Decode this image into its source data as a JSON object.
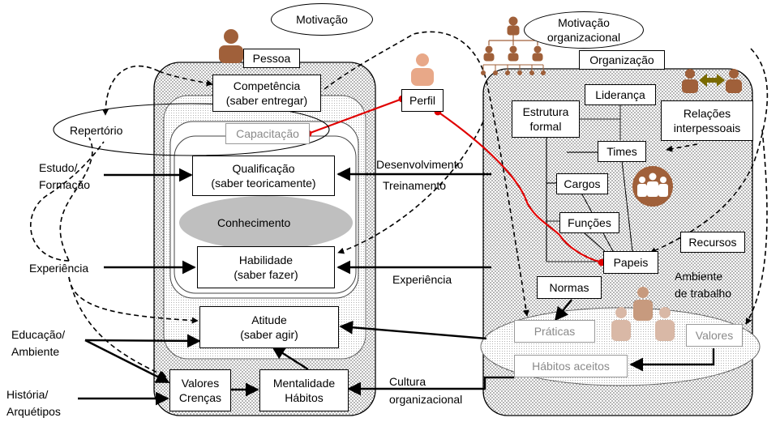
{
  "bubbles": {
    "motivacao": "Motivação",
    "motivacao_org_1": "Motivação",
    "motivacao_org_2": "organizacional"
  },
  "person": {
    "title": "Pessoa",
    "competencia_1": "Competência",
    "competencia_2": "(saber entregar)",
    "capacitacao": "Capacitação",
    "qualificacao_1": "Qualificação",
    "qualificacao_2": "(saber teoricamente)",
    "conhecimento": "Conhecimento",
    "habilidade_1": "Habilidade",
    "habilidade_2": "(saber fazer)",
    "atitude_1": "Atitude",
    "atitude_2": "(saber agir)",
    "valores_1": "Valores",
    "valores_2": "Crenças",
    "mentalidade_1": "Mentalidade",
    "mentalidade_2": "Hábitos",
    "perfil": "Perfil"
  },
  "left": {
    "repertorio": "Repertório",
    "estudo_1": "Estudo/",
    "estudo_2": "Formação",
    "experiencia": "Experiência",
    "educacao_1": "Educação/",
    "educacao_2": "Ambiente",
    "historia_1": "História/",
    "historia_2": "Arquétipos"
  },
  "middle": {
    "desenvolvimento": "Desenvolvimento",
    "treinamento": "Treinamento",
    "experiencia": "Experiência",
    "cultura_1": "Cultura",
    "cultura_2": "organizacional"
  },
  "org": {
    "title": "Organização",
    "lideranca": "Liderança",
    "estrutura_1": "Estrutura",
    "estrutura_2": "formal",
    "relacoes_1": "Relações",
    "relacoes_2": "interpessoais",
    "times": "Times",
    "cargos": "Cargos",
    "funcoes": "Funções",
    "papeis": "Papeis",
    "recursos": "Recursos",
    "ambiente_1": "Ambiente",
    "ambiente_2": "de trabalho",
    "normas": "Normas",
    "praticas": "Práticas",
    "valores": "Valores",
    "habitos": "Hábitos aceitos"
  },
  "colors": {
    "red_link": "#e00000",
    "person_icon": "#a0603a",
    "person_icon_light": "#e8a888",
    "blob_gray": "#bfbfbf",
    "arrow_olive": "#7a6a00"
  }
}
